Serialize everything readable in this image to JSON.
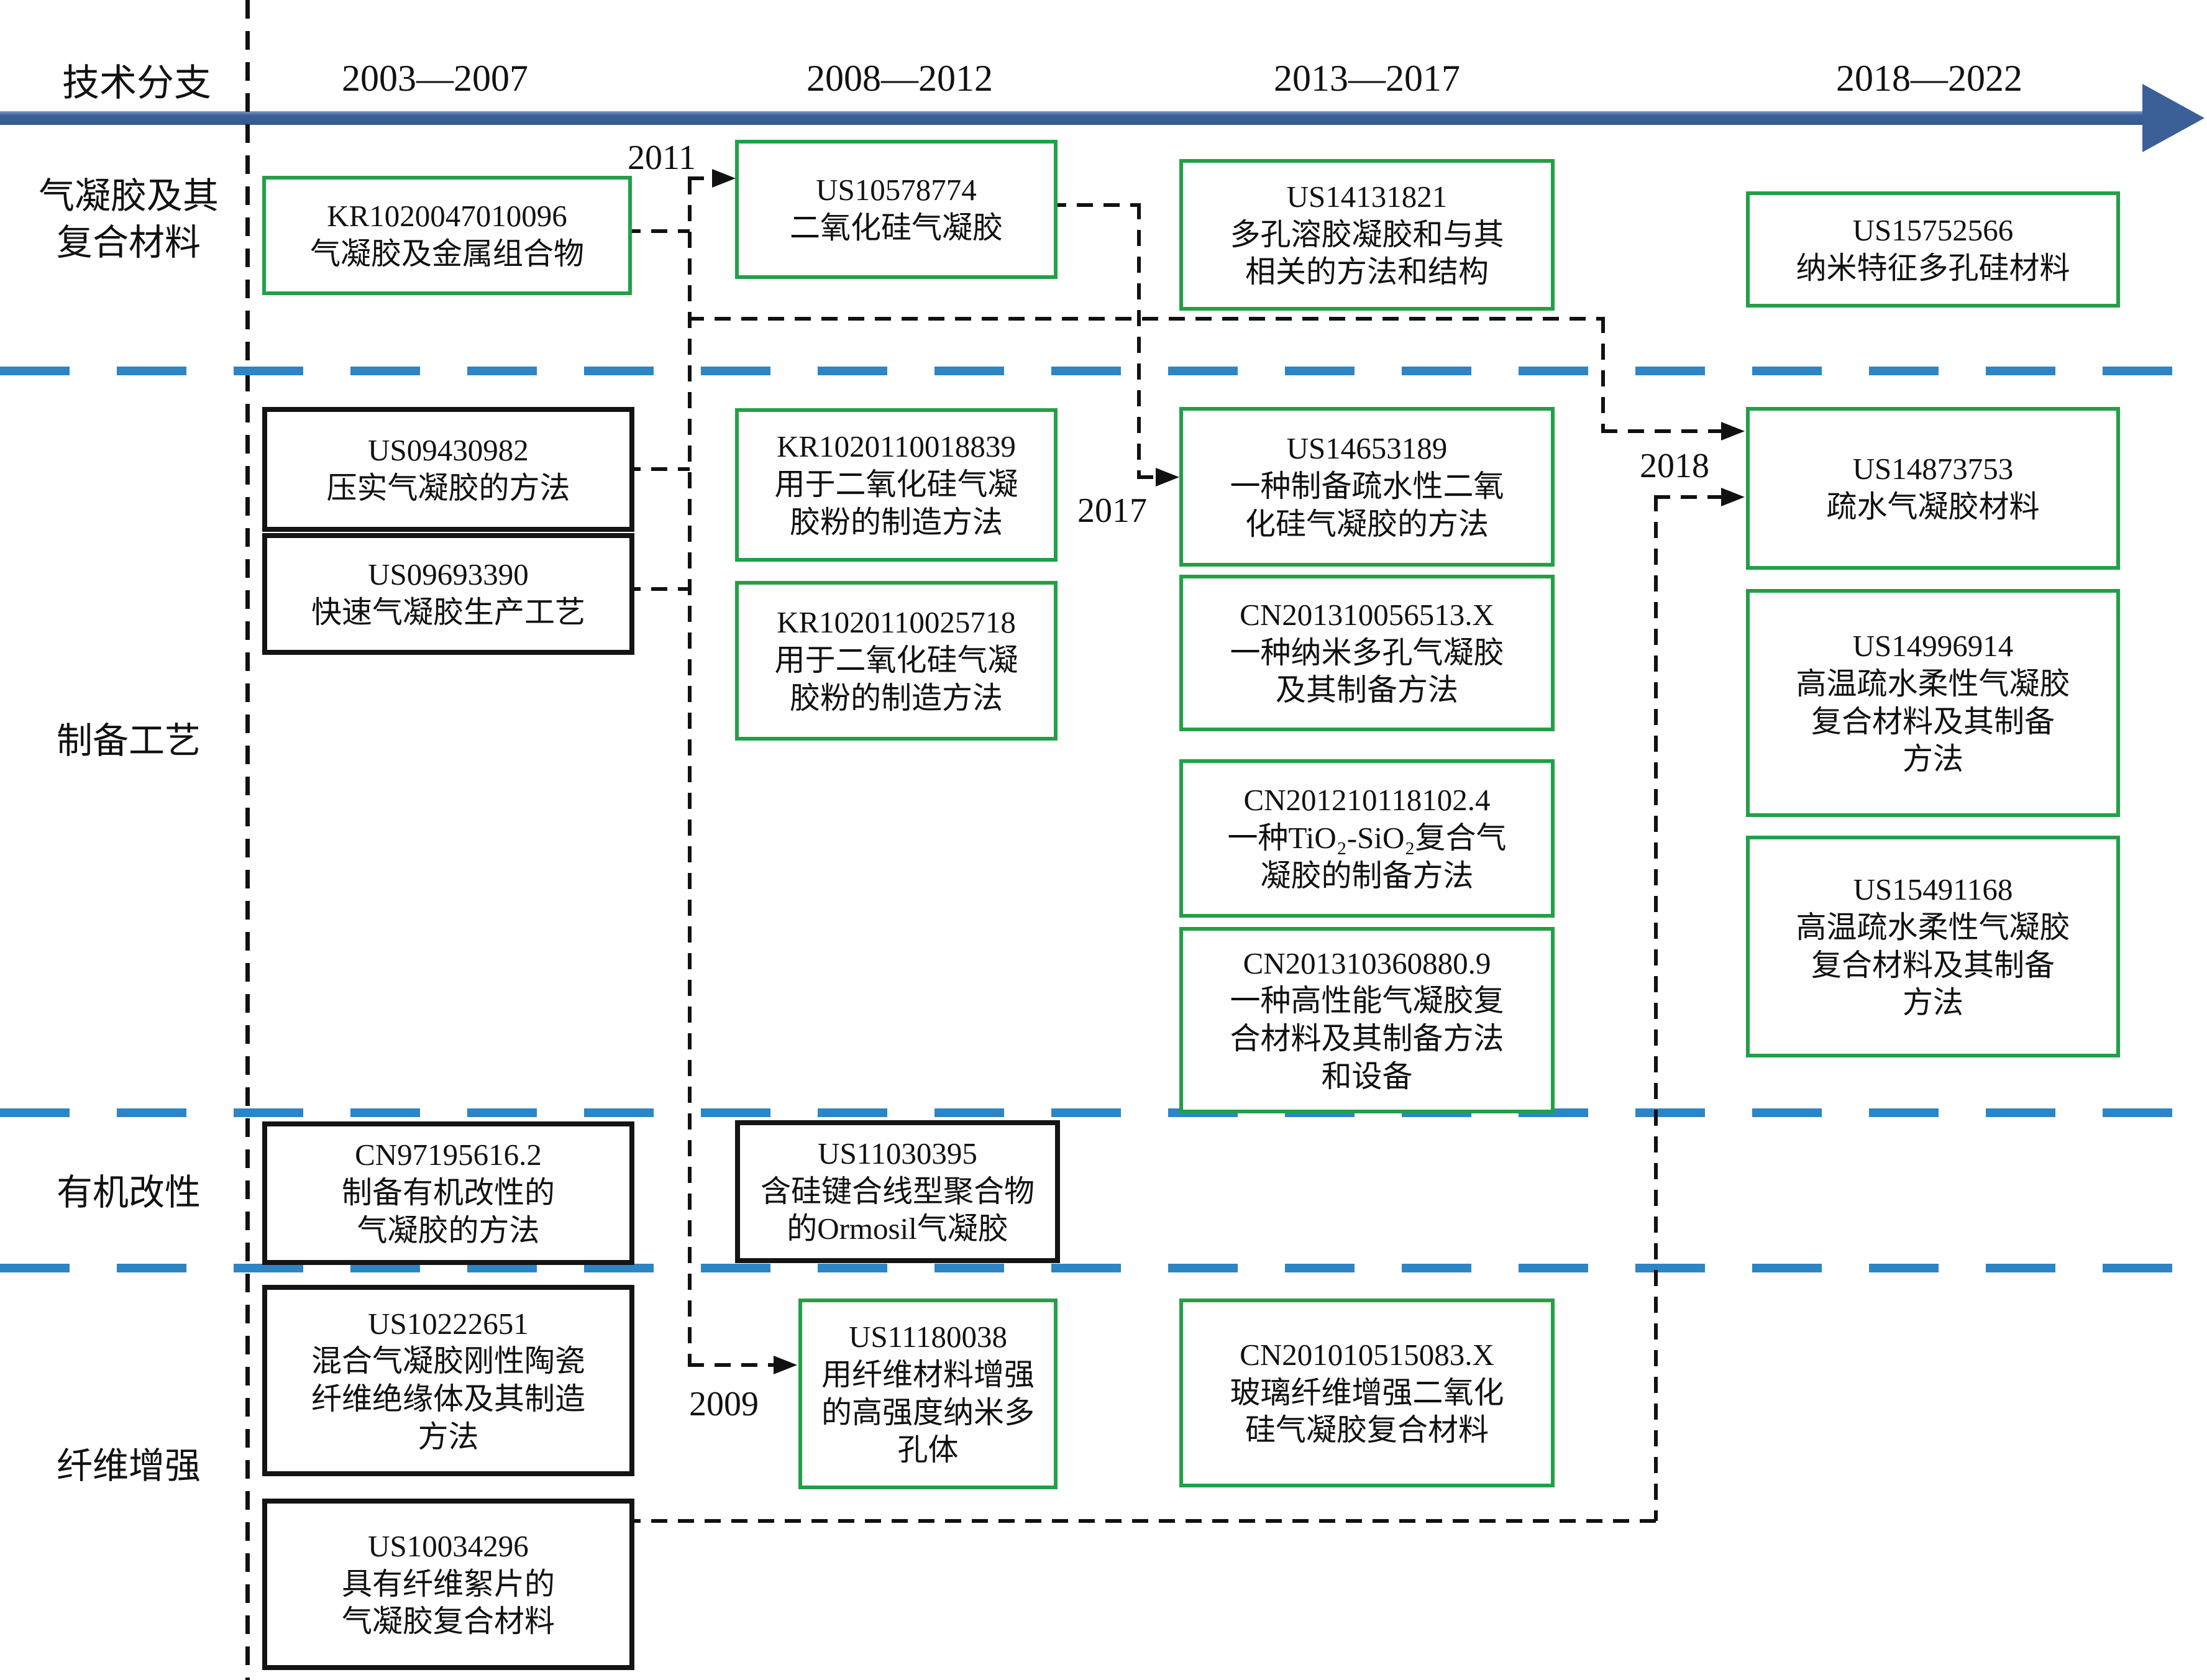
{
  "header": {
    "branch_label": "技术分支",
    "periods": [
      "2003—2007",
      "2008—2012",
      "2013—2017",
      "2018—2022"
    ]
  },
  "rows": [
    {
      "label_lines": [
        "气凝胶及其",
        "复合材料"
      ]
    },
    {
      "label_lines": [
        "制备工艺"
      ]
    },
    {
      "label_lines": [
        "有机改性"
      ]
    },
    {
      "label_lines": [
        "纤维增强"
      ]
    }
  ],
  "year_labels": {
    "y2011": "2011",
    "y2017": "2017",
    "y2018": "2018",
    "y2009": "2009"
  },
  "colors": {
    "timeline_blue": "#3b6098",
    "separator_blue": "#2d85c5",
    "box_green_border": "#22a047",
    "box_black_border": "#141414"
  },
  "boxes": {
    "kr1020047010096": {
      "id": "KR1020047010096",
      "l2": "气凝胶及金属组合物"
    },
    "us10578774": {
      "id": "US10578774",
      "l2": "二氧化硅气凝胶"
    },
    "us14131821": {
      "id": "US14131821",
      "l2": "多孔溶胶凝胶和与其",
      "l3": "相关的方法和结构"
    },
    "us15752566": {
      "id": "US15752566",
      "l2": "纳米特征多孔硅材料"
    },
    "us09430982": {
      "id": "US09430982",
      "l2": "压实气凝胶的方法"
    },
    "us09693390": {
      "id": "US09693390",
      "l2": "快速气凝胶生产工艺"
    },
    "kr1020110018839": {
      "id": "KR1020110018839",
      "l2": "用于二氧化硅气凝",
      "l3": "胶粉的制造方法"
    },
    "kr1020110025718": {
      "id": "KR1020110025718",
      "l2": "用于二氧化硅气凝",
      "l3": "胶粉的制造方法"
    },
    "us14653189": {
      "id": "US14653189",
      "l2": "一种制备疏水性二氧",
      "l3": "化硅气凝胶的方法"
    },
    "cn201310056513": {
      "id": "CN201310056513.X",
      "l2": "一种纳米多孔气凝胶",
      "l3": "及其制备方法"
    },
    "cn201210118102": {
      "id": "CN201210118102.4",
      "l2": "一种TiO₂-SiO₂复合气",
      "l3": "凝胶的制备方法"
    },
    "cn201310360880": {
      "id": "CN201310360880.9",
      "l2": "一种高性能气凝胶复",
      "l3": "合材料及其制备方法",
      "l4": "和设备"
    },
    "us14873753": {
      "id": "US14873753",
      "l2": "疏水气凝胶材料"
    },
    "us14996914": {
      "id": "US14996914",
      "l2": "高温疏水柔性气凝胶",
      "l3": "复合材料及其制备",
      "l4": "方法"
    },
    "us15491168": {
      "id": "US15491168",
      "l2": "高温疏水柔性气凝胶",
      "l3": "复合材料及其制备",
      "l4": "方法"
    },
    "cn97195616": {
      "id": "CN97195616.2",
      "l2": "制备有机改性的",
      "l3": "气凝胶的方法"
    },
    "us11030395": {
      "id": "US11030395",
      "l2": "含硅键合线型聚合物",
      "l3": "的Ormosil气凝胶"
    },
    "us10222651": {
      "id": "US10222651",
      "l2": "混合气凝胶刚性陶瓷",
      "l3": "纤维绝缘体及其制造",
      "l4": "方法"
    },
    "us11180038": {
      "id": "US11180038",
      "l2": "用纤维材料增强",
      "l3": "的高强度纳米多",
      "l4": "孔体"
    },
    "cn201010515083": {
      "id": "CN201010515083.X",
      "l2": "玻璃纤维增强二氧化",
      "l3": "硅气凝胶复合材料"
    },
    "us10034296": {
      "id": "US10034296",
      "l2": "具有纤维絮片的",
      "l3": "气凝胶复合材料"
    }
  }
}
